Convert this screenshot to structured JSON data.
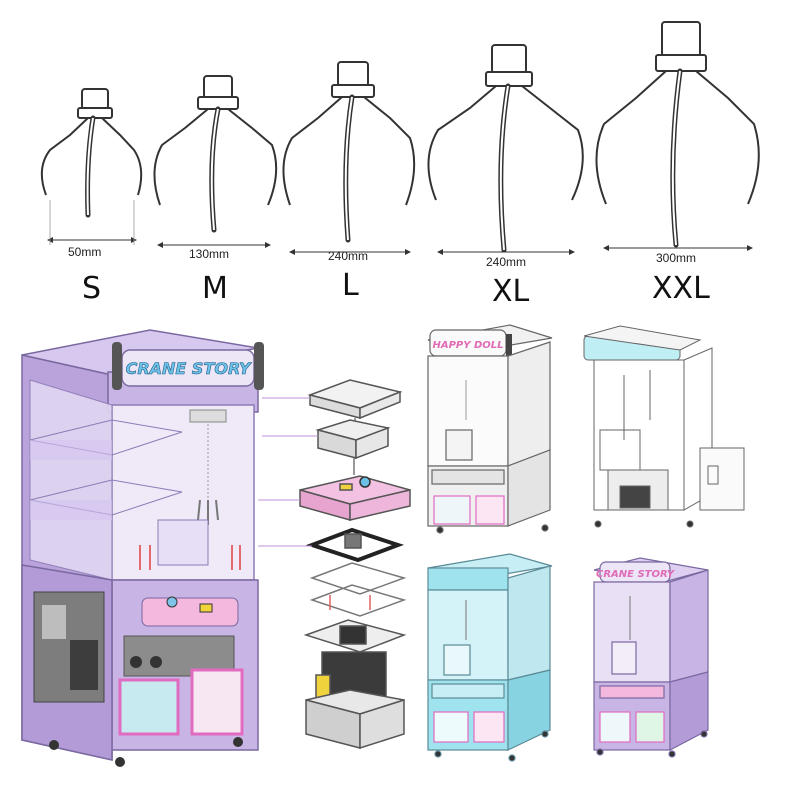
{
  "claws": [
    {
      "size": "S",
      "width": "50mm"
    },
    {
      "size": "M",
      "width": "130mm"
    },
    {
      "size": "L",
      "width": "240mm"
    },
    {
      "size": "XL",
      "width": "240mm"
    },
    {
      "size": "XXL",
      "width": "300mm"
    }
  ],
  "machines": {
    "main_marquee": "CRANE STORY",
    "white_marquee": "HAPPY DOLL",
    "small_marquee": "CRANE STORY"
  },
  "colors": {
    "purple": "#c9b4e6",
    "purple_dark": "#8e7bb6",
    "cyan": "#9fe3ef",
    "pink": "#f4a6d8",
    "marquee_blue": "#6fc3ea"
  }
}
